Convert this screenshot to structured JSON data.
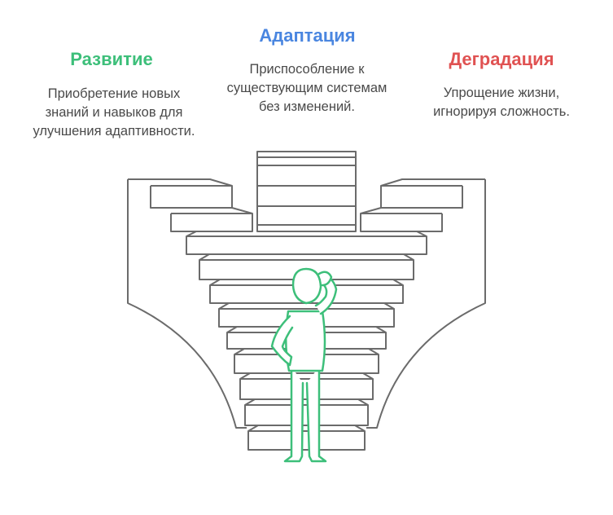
{
  "colors": {
    "left_accent": "#3dbf7a",
    "mid_accent": "#4a86e0",
    "right_accent": "#e05252",
    "line": "#6b6b6b",
    "figure": "#3dbf7a"
  },
  "columns": [
    {
      "title": "Развитие",
      "description": "Приобретение новых знаний и навыков для улучшения адаптивности."
    },
    {
      "title": "Адаптация",
      "description": "Приспособление к существующим системам без изменений."
    },
    {
      "title": "Деградация",
      "description": "Упрощение жизни, игнорируя сложность."
    }
  ],
  "illustration": {
    "icon": "person-scratching-head-icon",
    "structure": "funnel-staircase"
  }
}
